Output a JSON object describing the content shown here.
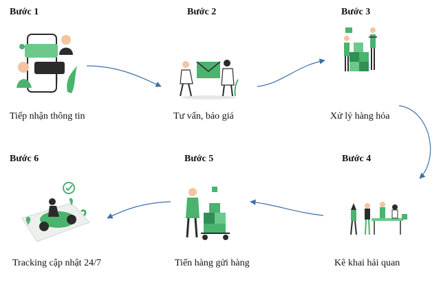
{
  "steps": [
    {
      "label": "Bước 1",
      "caption": "Tiếp nhận thông tin",
      "icon": "phone-chat-icon"
    },
    {
      "label": "Bước 2",
      "caption": "Tư vấn, báo giá",
      "icon": "envelope-handover-icon"
    },
    {
      "label": "Bước 3",
      "caption": "Xử lý hàng hóa",
      "icon": "warehouse-boxes-icon"
    },
    {
      "label": "Bước 4",
      "caption": "Kê khai hải quan",
      "icon": "team-meeting-icon"
    },
    {
      "label": "Bước 5",
      "caption": "Tiến hàng gửi hàng",
      "icon": "cart-delivery-icon"
    },
    {
      "label": "Bước 6",
      "caption": "Tracking cập nhật 24/7",
      "icon": "scooter-tracking-icon"
    }
  ],
  "colors": {
    "accent": "#4ab36e",
    "accent_dark": "#2f8f55",
    "arrow": "#3f6fa8",
    "skin": "#f2c4a0",
    "dark": "#2b2b2b"
  }
}
